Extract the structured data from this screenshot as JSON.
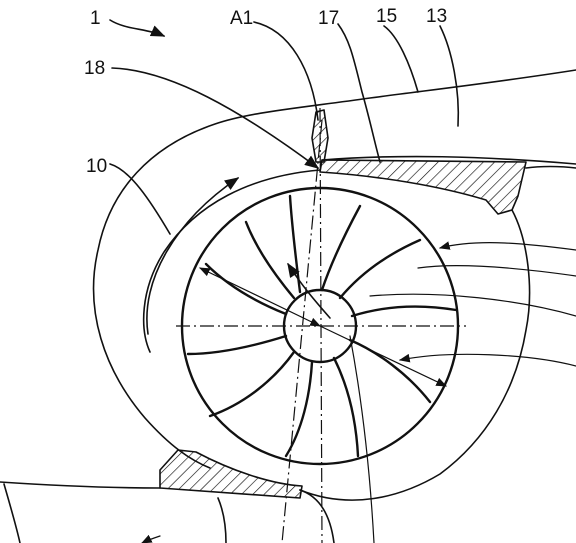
{
  "labels": {
    "l1": "1",
    "lA1": "A1",
    "l17": "17",
    "l15": "15",
    "l13": "13",
    "l18": "18",
    "l10": "10"
  },
  "colors": {
    "ink": "#111111",
    "paper": "#ffffff"
  }
}
